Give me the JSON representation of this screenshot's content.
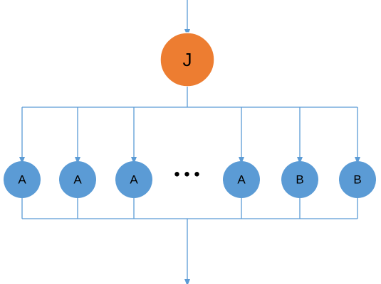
{
  "top_node": {
    "label": "J",
    "color": "#ED7D31"
  },
  "child_nodes": [
    {
      "label": "A"
    },
    {
      "label": "A"
    },
    {
      "label": "A"
    },
    {
      "label": "A"
    },
    {
      "label": "B"
    },
    {
      "label": "B"
    }
  ],
  "ellipsis": "•••",
  "colors": {
    "child_fill": "#5B9BD5",
    "edge": "#5B9BD5",
    "top_stroke": "#FFFFFF"
  }
}
